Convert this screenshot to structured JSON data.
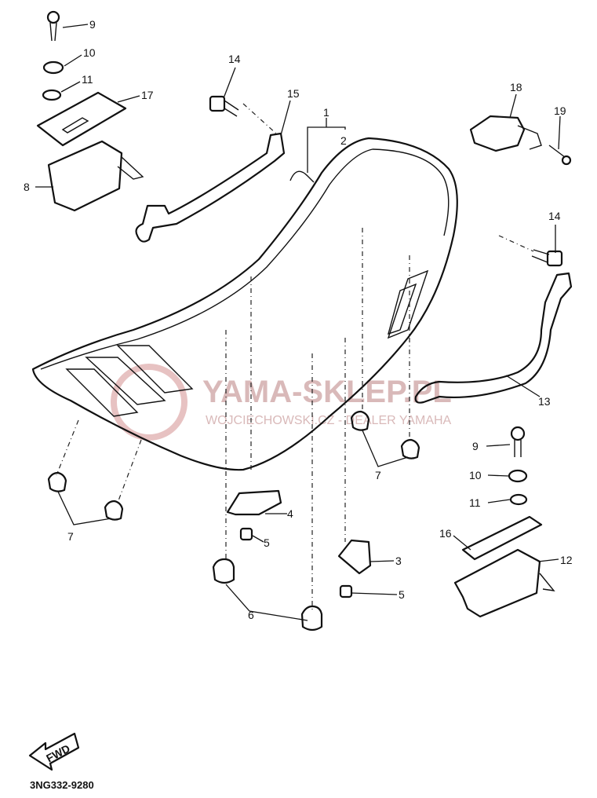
{
  "diagram": {
    "part_code": "3NG332-9280",
    "fwd_label": "FWD",
    "watermark": {
      "line1": "YAMA-SKLEP.PL",
      "line2": "WOJCIECHOWSKI.CZ - DEALER YAMAHA"
    },
    "labels": {
      "l1": "1",
      "l2": "2",
      "l3": "3",
      "l4": "4",
      "l5a": "5",
      "l5b": "5",
      "l6": "6",
      "l7a": "7",
      "l7b": "7",
      "l8": "8",
      "l9a": "9",
      "l9b": "9",
      "l10a": "10",
      "l10b": "10",
      "l11a": "11",
      "l11b": "11",
      "l12": "12",
      "l13": "13",
      "l14a": "14",
      "l14b": "14",
      "l15": "15",
      "l16": "16",
      "l17": "17",
      "l18": "18",
      "l19": "19"
    },
    "colors": {
      "line": "#111111",
      "watermark": "#d9b9b9"
    }
  }
}
